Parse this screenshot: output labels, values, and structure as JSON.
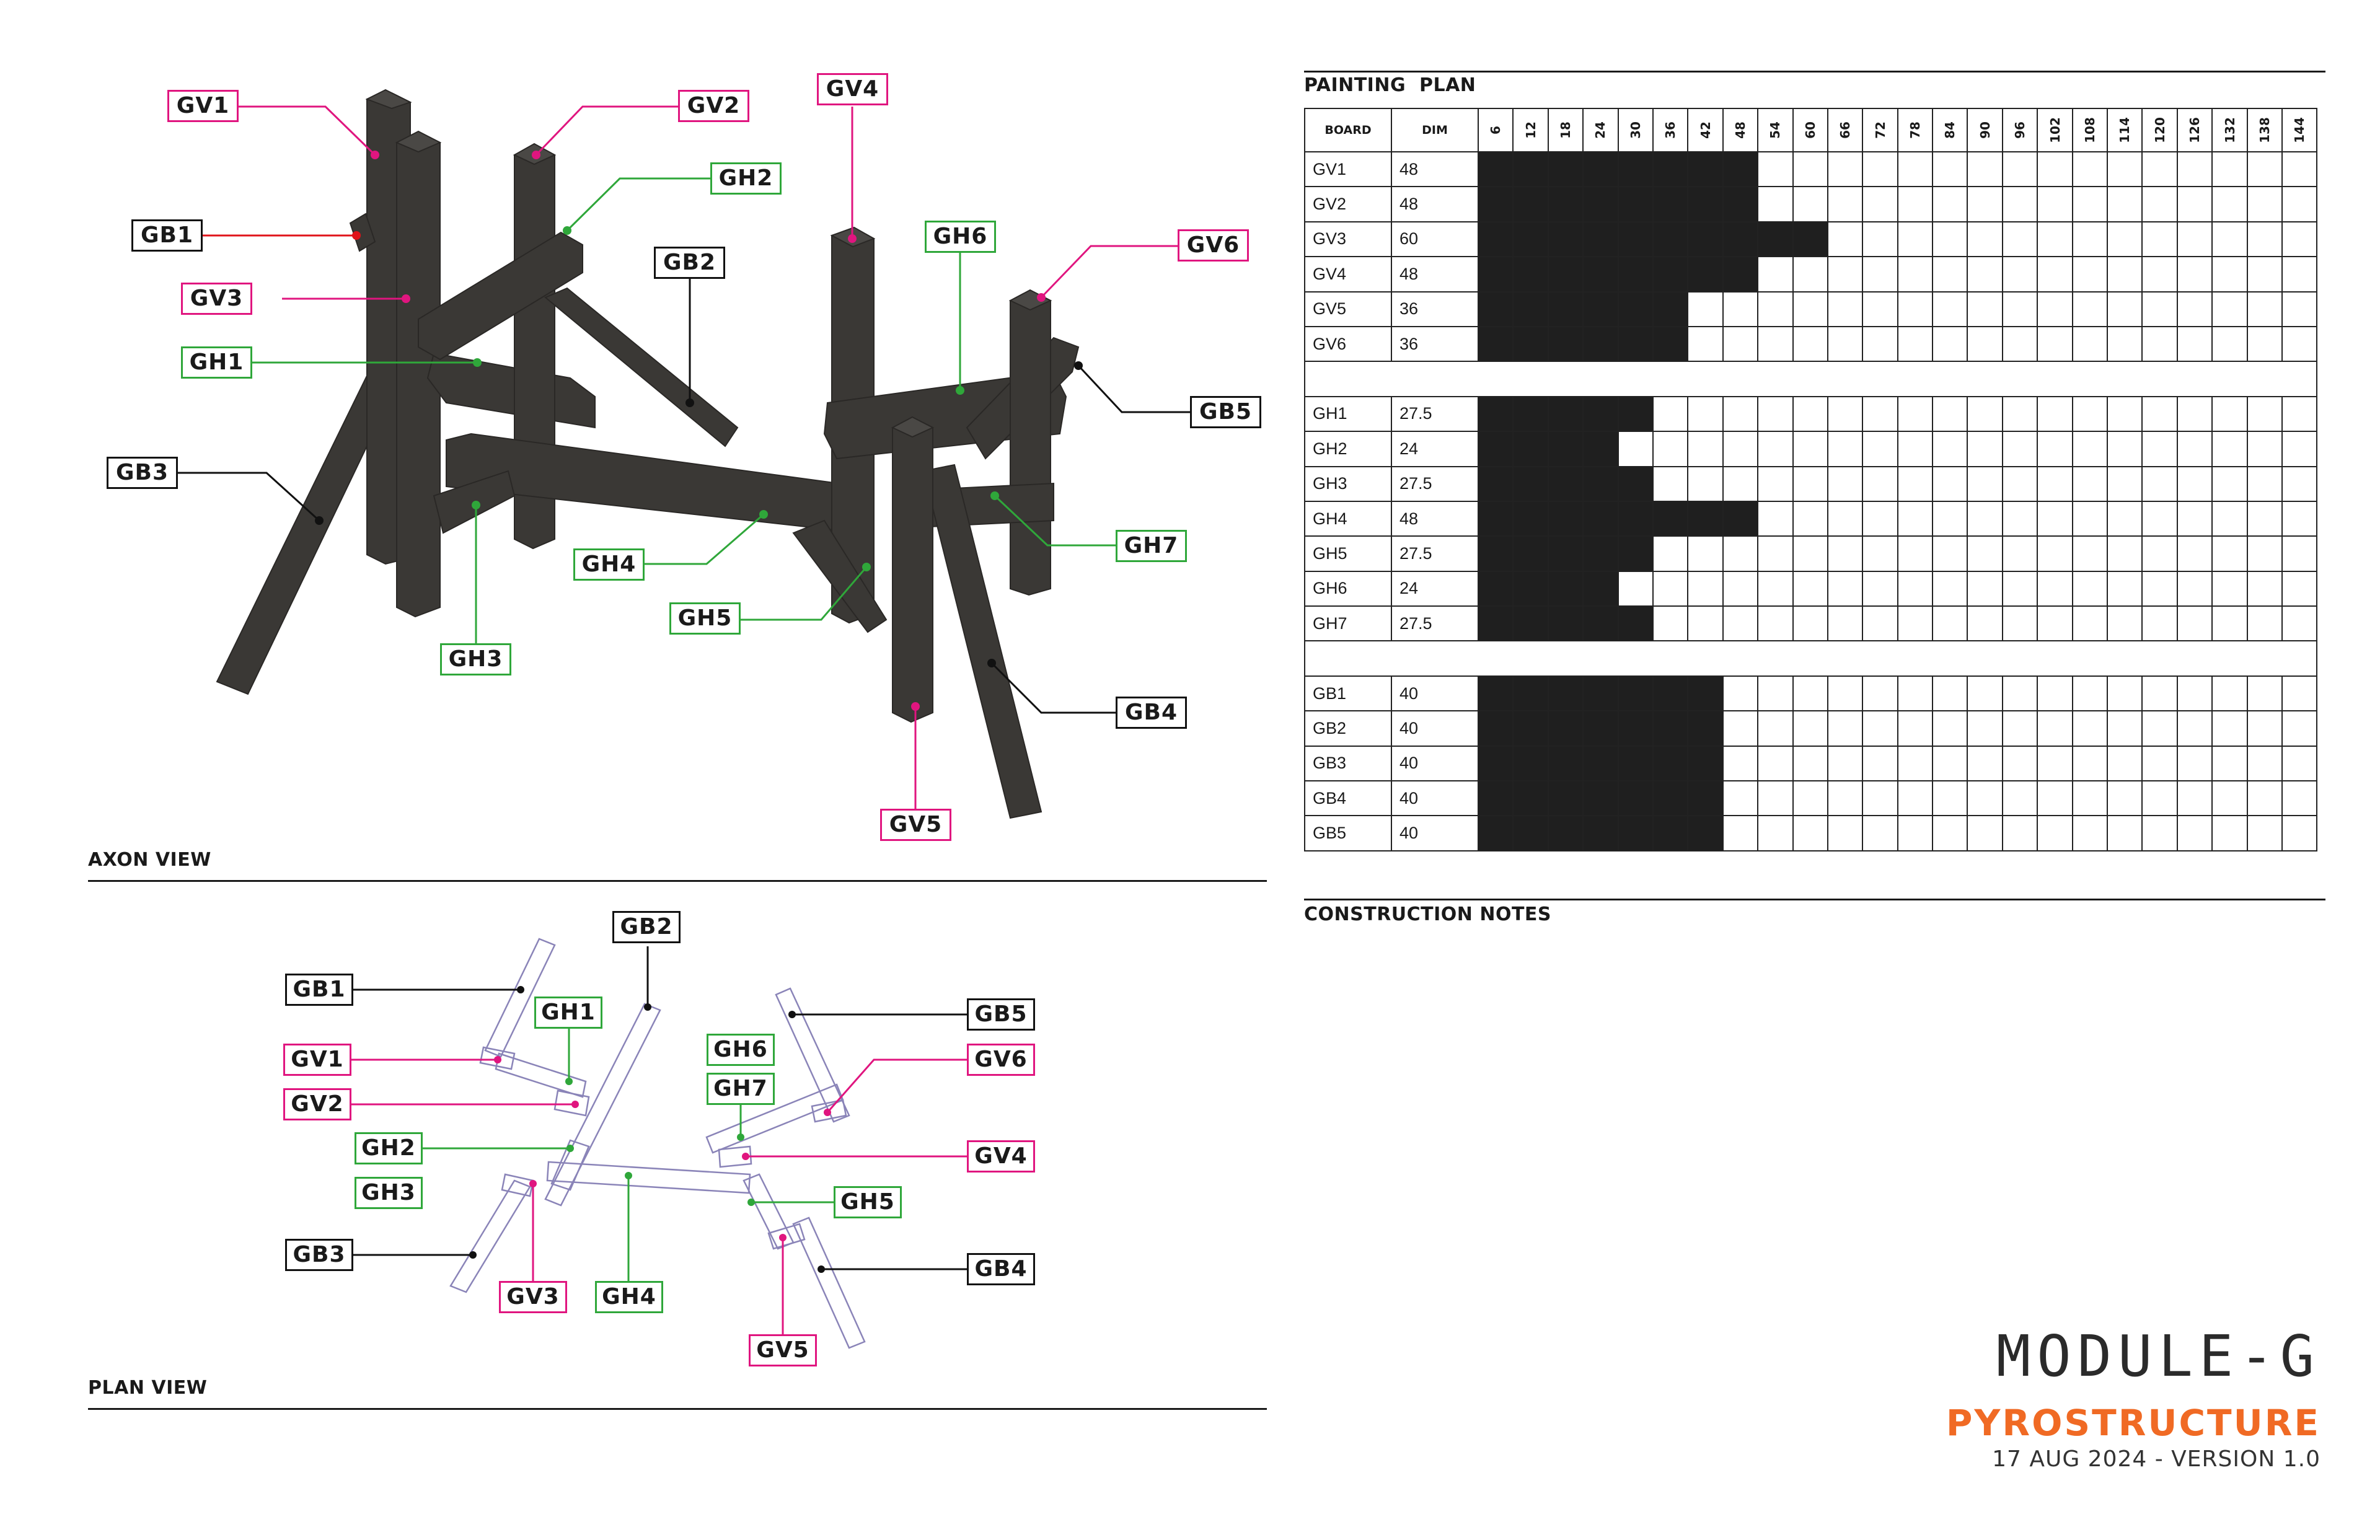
{
  "sections": {
    "axon_view": "AXON VIEW",
    "plan_view": "PLAN VIEW",
    "painting_plan": "PAINTING  PLAN",
    "construction_notes": "CONSTRUCTION NOTES"
  },
  "title": {
    "module": "MODULE-G",
    "project": "PYROSTRUCTURE",
    "date_version": "17 AUG 2024 - VERSION 1.0"
  },
  "colors": {
    "vertical": "#e0157f",
    "horizontal": "#2fa73a",
    "brace": "#111111",
    "accent": "#f06a24",
    "wood": "#3a3835"
  },
  "axon_labels": {
    "gv1": "GV1",
    "gv2": "GV2",
    "gv3": "GV3",
    "gv4": "GV4",
    "gv5": "GV5",
    "gv6": "GV6",
    "gh1": "GH1",
    "gh2": "GH2",
    "gh3": "GH3",
    "gh4": "GH4",
    "gh5": "GH5",
    "gh6": "GH6",
    "gh7": "GH7",
    "gb1": "GB1",
    "gb2": "GB2",
    "gb3": "GB3",
    "gb4": "GB4",
    "gb5": "GB5"
  },
  "plan_labels": {
    "gv1": "GV1",
    "gv2": "GV2",
    "gv3": "GV3",
    "gv4": "GV4",
    "gv5": "GV5",
    "gv6": "GV6",
    "gh1": "GH1",
    "gh2": "GH2",
    "gh3": "GH3",
    "gh4": "GH4",
    "gh5": "GH5",
    "gh6": "GH6",
    "gh7": "GH7",
    "gb1": "GB1",
    "gb2": "GB2",
    "gb3": "GB3",
    "gb4": "GB4",
    "gb5": "GB5"
  },
  "painting_plan": {
    "header_board": "BOARD",
    "header_dim": "DIM",
    "columns": [
      "6",
      "12",
      "18",
      "24",
      "30",
      "36",
      "42",
      "48",
      "54",
      "60",
      "66",
      "72",
      "78",
      "84",
      "90",
      "96",
      "102",
      "108",
      "114",
      "120",
      "126",
      "132",
      "138",
      "144"
    ],
    "groups": [
      [
        {
          "board": "GV1",
          "dim": "48",
          "painted": 48
        },
        {
          "board": "GV2",
          "dim": "48",
          "painted": 48
        },
        {
          "board": "GV3",
          "dim": "60",
          "painted": 60
        },
        {
          "board": "GV4",
          "dim": "48",
          "painted": 48
        },
        {
          "board": "GV5",
          "dim": "36",
          "painted": 36
        },
        {
          "board": "GV6",
          "dim": "36",
          "painted": 36
        }
      ],
      [
        {
          "board": "GH1",
          "dim": "27.5",
          "painted": 30
        },
        {
          "board": "GH2",
          "dim": "24",
          "painted": 24
        },
        {
          "board": "GH3",
          "dim": "27.5",
          "painted": 30
        },
        {
          "board": "GH4",
          "dim": "48",
          "painted": 48
        },
        {
          "board": "GH5",
          "dim": "27.5",
          "painted": 30
        },
        {
          "board": "GH6",
          "dim": "24",
          "painted": 24
        },
        {
          "board": "GH7",
          "dim": "27.5",
          "painted": 30
        }
      ],
      [
        {
          "board": "GB1",
          "dim": "40",
          "painted": 42
        },
        {
          "board": "GB2",
          "dim": "40",
          "painted": 42
        },
        {
          "board": "GB3",
          "dim": "40",
          "painted": 42
        },
        {
          "board": "GB4",
          "dim": "40",
          "painted": 42
        },
        {
          "board": "GB5",
          "dim": "40",
          "painted": 42
        }
      ]
    ]
  }
}
